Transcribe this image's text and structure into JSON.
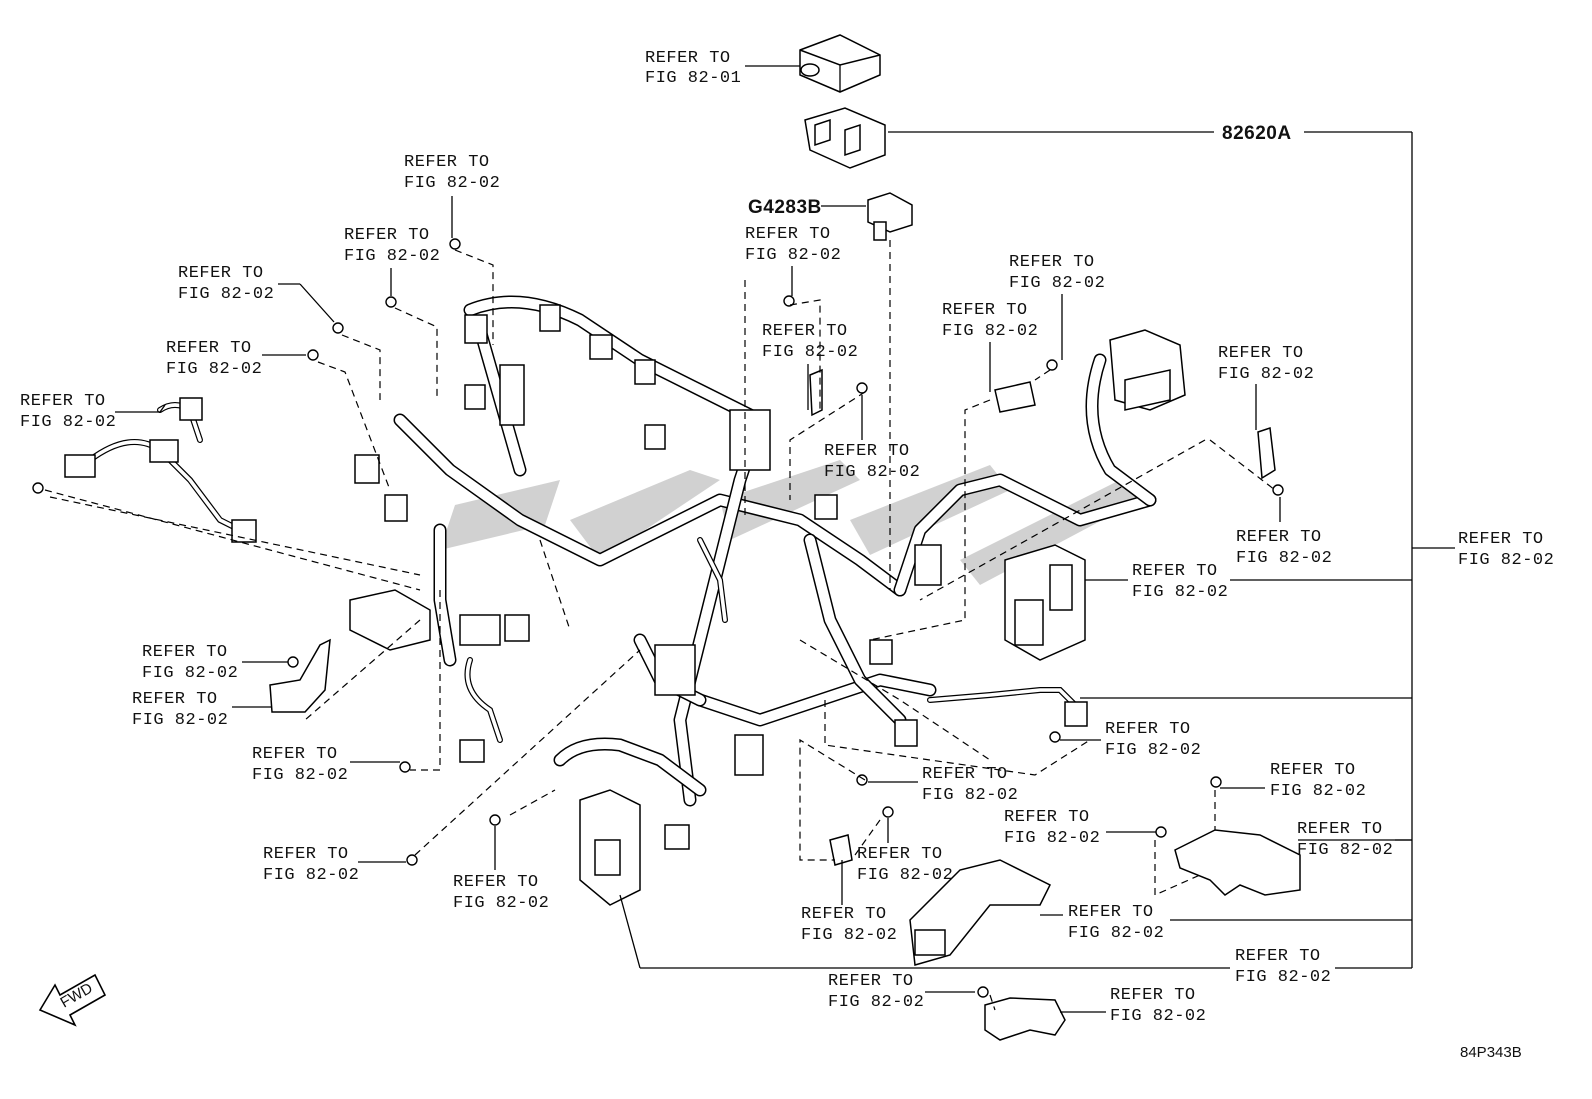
{
  "labels": {
    "refer_line1": "REFER TO",
    "refer_fig_01": "FIG 82-01",
    "refer_fig_02": "FIG 82-02"
  },
  "part_numbers": {
    "main_harness": "82620A",
    "sensor": "G4283B"
  },
  "diagram_code": "84P343B",
  "fwd_label": "FWD",
  "colors": {
    "line": "#000000",
    "background": "#ffffff",
    "watermark": "#9a9a9a"
  }
}
